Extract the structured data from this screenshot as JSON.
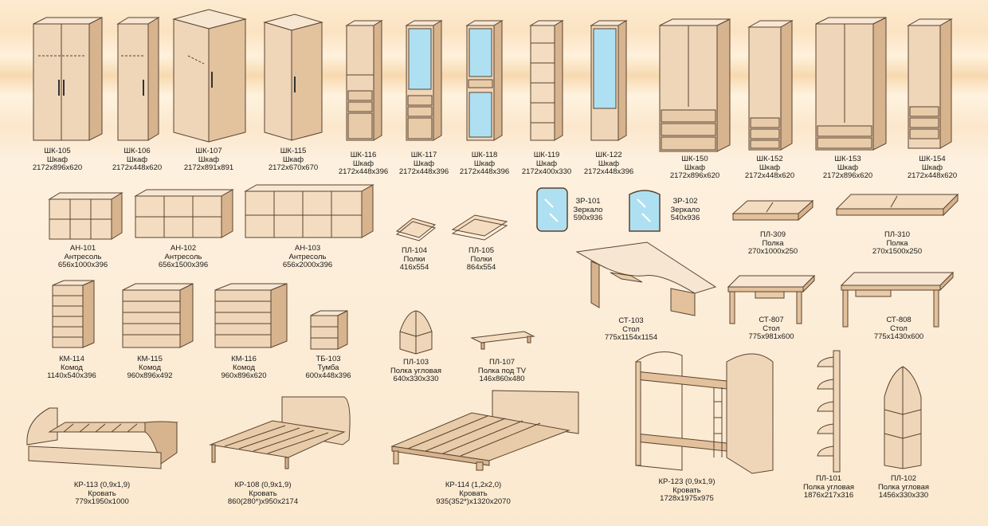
{
  "items": [
    {
      "id": "shk105",
      "code": "ШК-105",
      "name": "Шкаф",
      "dims": "2172x896x620"
    },
    {
      "id": "shk106",
      "code": "ШК-106",
      "name": "Шкаф",
      "dims": "2172x448x620"
    },
    {
      "id": "shk107",
      "code": "ШК-107",
      "name": "Шкаф",
      "dims": "2172x891x891"
    },
    {
      "id": "shk115",
      "code": "ШК-115",
      "name": "Шкаф",
      "dims": "2172x670x670"
    },
    {
      "id": "shk116",
      "code": "ШК-116",
      "name": "Шкаф",
      "dims": "2172x448x396"
    },
    {
      "id": "shk117",
      "code": "ШК-117",
      "name": "Шкаф",
      "dims": "2172x448x396"
    },
    {
      "id": "shk118",
      "code": "ШК-118",
      "name": "Шкаф",
      "dims": "2172x448x396"
    },
    {
      "id": "shk119",
      "code": "ШК-119",
      "name": "Шкаф",
      "dims": "2172x400x330"
    },
    {
      "id": "shk122",
      "code": "ШК-122",
      "name": "Шкаф",
      "dims": "2172x448x396"
    },
    {
      "id": "shk150",
      "code": "ШК-150",
      "name": "Шкаф",
      "dims": "2172x896x620"
    },
    {
      "id": "shk152",
      "code": "ШК-152",
      "name": "Шкаф",
      "dims": "2172x448x620"
    },
    {
      "id": "shk153",
      "code": "ШК-153",
      "name": "Шкаф",
      "dims": "2172x896x620"
    },
    {
      "id": "shk154",
      "code": "ШК-154",
      "name": "Шкаф",
      "dims": "2172x448x620"
    },
    {
      "id": "an101",
      "code": "АН-101",
      "name": "Антресоль",
      "dims": "656x1000x396"
    },
    {
      "id": "an102",
      "code": "АН-102",
      "name": "Антресоль",
      "dims": "656x1500x396"
    },
    {
      "id": "an103",
      "code": "АН-103",
      "name": "Антресоль",
      "dims": "656x2000x396"
    },
    {
      "id": "pl104",
      "code": "ПЛ-104",
      "name": "Полки",
      "dims": "416x554"
    },
    {
      "id": "pl105",
      "code": "ПЛ-105",
      "name": "Полки",
      "dims": "864x554"
    },
    {
      "id": "zr101",
      "code": "ЗР-101",
      "name": "Зеркало",
      "dims": "590x936"
    },
    {
      "id": "zr102",
      "code": "ЗР-102",
      "name": "Зеркало",
      "dims": "540x936"
    },
    {
      "id": "pl309",
      "code": "ПЛ-309",
      "name": "Полка",
      "dims": "270x1000x250"
    },
    {
      "id": "pl310",
      "code": "ПЛ-310",
      "name": "Полка",
      "dims": "270x1500x250"
    },
    {
      "id": "st103",
      "code": "СТ-103",
      "name": "Стол",
      "dims": "775x1154x1154"
    },
    {
      "id": "st807",
      "code": "СТ-807",
      "name": "Стол",
      "dims": "775x981x600"
    },
    {
      "id": "st808",
      "code": "СТ-808",
      "name": "Стол",
      "dims": "775x1430x600"
    },
    {
      "id": "km114",
      "code": "КМ-114",
      "name": "Комод",
      "dims": "1140x540x396"
    },
    {
      "id": "km115",
      "code": "КМ-115",
      "name": "Комод",
      "dims": "960x896x492"
    },
    {
      "id": "km116",
      "code": "КМ-116",
      "name": "Комод",
      "dims": "960x896x620"
    },
    {
      "id": "tb103",
      "code": "ТБ-103",
      "name": "Тумба",
      "dims": "600x448x396"
    },
    {
      "id": "pl103",
      "code": "ПЛ-103",
      "name": "Полка угловая",
      "dims": "640x330x330"
    },
    {
      "id": "pl107",
      "code": "ПЛ-107",
      "name": "Полка под TV",
      "dims": "146x860x480"
    },
    {
      "id": "kr113",
      "code": "КР-113 (0,9x1,9)",
      "name": "Кровать",
      "dims": "779x1950x1000"
    },
    {
      "id": "kr108",
      "code": "КР-108 (0,9x1,9)",
      "name": "Кровать",
      "dims": "860(280*)x950x2174"
    },
    {
      "id": "kr114",
      "code": "КР-114 (1,2x2,0)",
      "name": "Кровать",
      "dims": "935(352*)x1320x2070"
    },
    {
      "id": "kr123",
      "code": "КР-123 (0,9x1,9)",
      "name": "Кровать",
      "dims": "1728x1975x975"
    },
    {
      "id": "pl101",
      "code": "ПЛ-101",
      "name": "Полка угловая",
      "dims": "1876x217x316"
    },
    {
      "id": "pl102",
      "code": "ПЛ-102",
      "name": "Полка угловая",
      "dims": "1456x330x330"
    }
  ],
  "colors": {
    "wood_light": "#f3dcc0",
    "wood_mid": "#e2c19c",
    "wood_dark": "#b8926a",
    "edge": "#5a4330",
    "glass": "#aee0f2"
  }
}
